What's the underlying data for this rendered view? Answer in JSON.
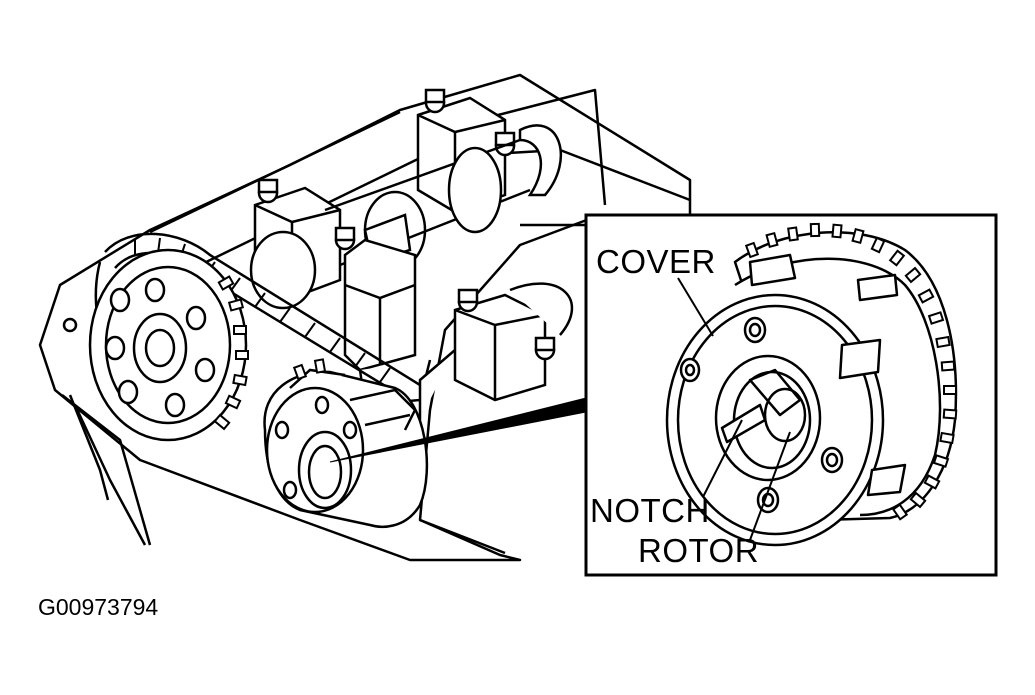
{
  "labels": {
    "cover": "COVER",
    "notch": "NOTCH",
    "rotor": "ROTOR"
  },
  "figure_code": "G00973794",
  "colors": {
    "ink": "#000000",
    "paper": "#ffffff"
  }
}
